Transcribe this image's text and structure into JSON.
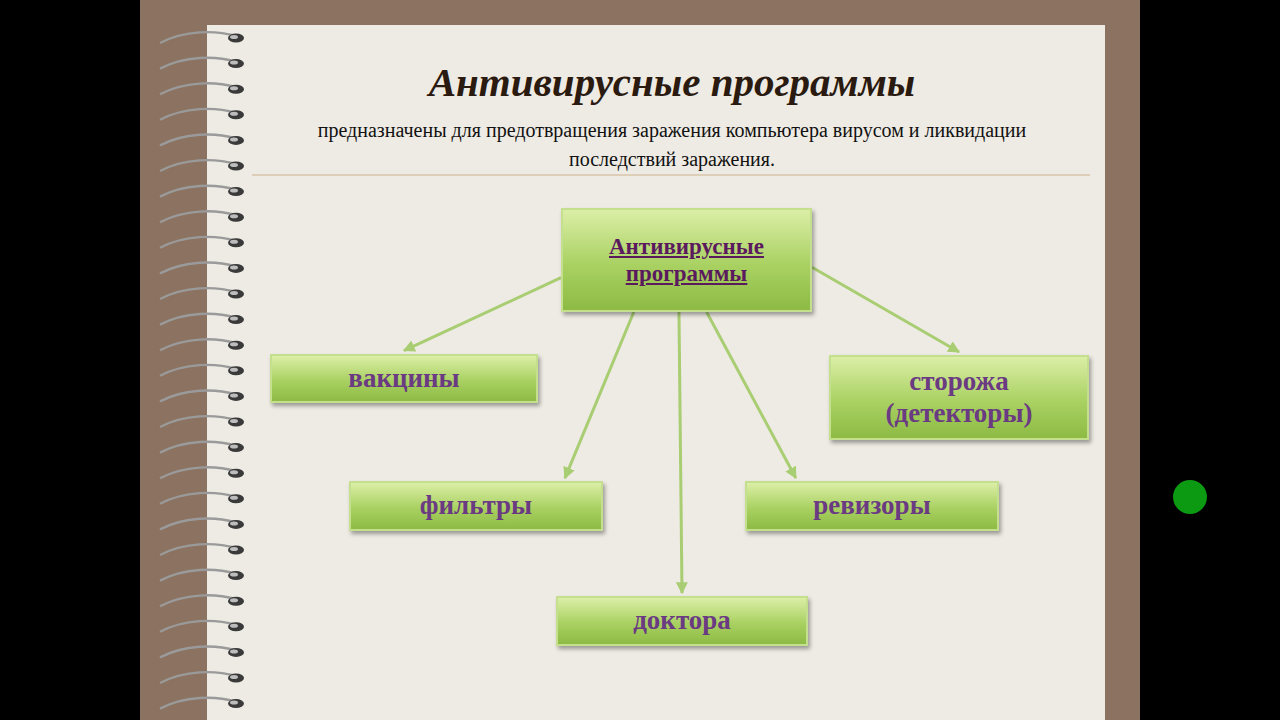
{
  "diagram": {
    "title": "Антивирусные программы",
    "nodes": [
      {
        "text": [
          "Антивирусные программы"
        ]
      },
      {
        "text": [
          "вакцины"
        ]
      },
      {
        "text": [
          "сторожа (детекторы)"
        ]
      },
      {
        "text": [
          "фильтры"
        ]
      },
      {
        "text": [
          "ревизоры"
        ]
      },
      {
        "text": [
          "доктора"
        ]
      }
    ],
    "edges": [
      {
        "from": 0,
        "to": 1,
        "arrow": "to"
      },
      {
        "from": 0,
        "to": 2,
        "arrow": "to"
      },
      {
        "from": 0,
        "to": 3,
        "arrow": "to"
      },
      {
        "from": 0,
        "to": 4,
        "arrow": "to"
      },
      {
        "from": 0,
        "to": 5,
        "arrow": "to"
      }
    ],
    "labels": [
      "предназначены для предотвращения заражения компьютера вирусом и ликвидации последствий заражения."
    ]
  }
}
